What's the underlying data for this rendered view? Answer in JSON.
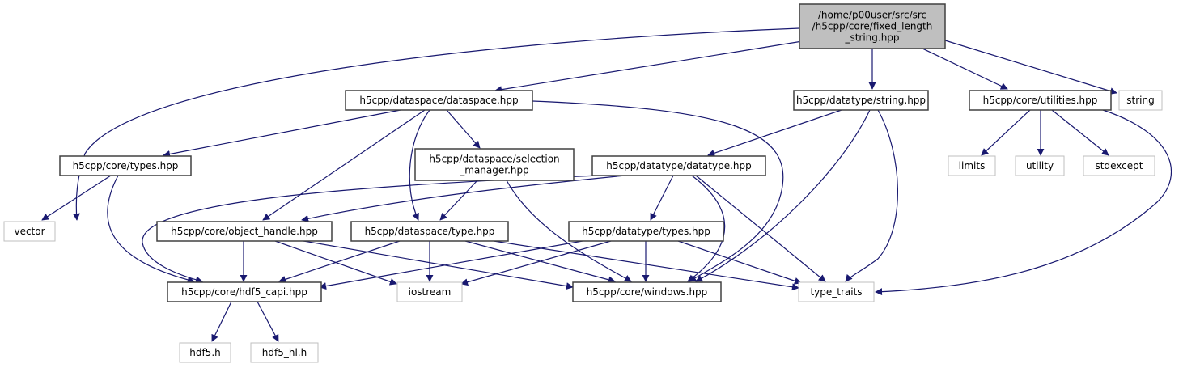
{
  "diagram": {
    "type": "include-dependency-graph",
    "edge_color": "#191970",
    "nodes": [
      {
        "id": "root",
        "lines": [
          "/home/p00user/src/src",
          "/h5cpp/core/fixed_length",
          "_string.hpp"
        ],
        "kind": "root",
        "fill": "#bfbfbf",
        "stroke": "#404040"
      },
      {
        "id": "dataspace",
        "lines": [
          "h5cpp/dataspace/dataspace.hpp"
        ],
        "kind": "documented",
        "fill": "#ffffff",
        "stroke": "#404040"
      },
      {
        "id": "string_hpp",
        "lines": [
          "h5cpp/datatype/string.hpp"
        ],
        "kind": "documented",
        "fill": "#ffffff",
        "stroke": "#404040"
      },
      {
        "id": "utilities",
        "lines": [
          "h5cpp/core/utilities.hpp"
        ],
        "kind": "documented",
        "fill": "#ffffff",
        "stroke": "#404040"
      },
      {
        "id": "string",
        "lines": [
          "string"
        ],
        "kind": "system",
        "fill": "#ffffff",
        "stroke": "#bfbfbf"
      },
      {
        "id": "core_types",
        "lines": [
          "h5cpp/core/types.hpp"
        ],
        "kind": "documented",
        "fill": "#ffffff",
        "stroke": "#404040"
      },
      {
        "id": "selection",
        "lines": [
          "h5cpp/dataspace/selection",
          "_manager.hpp"
        ],
        "kind": "documented",
        "fill": "#ffffff",
        "stroke": "#404040"
      },
      {
        "id": "datatype",
        "lines": [
          "h5cpp/datatype/datatype.hpp"
        ],
        "kind": "documented",
        "fill": "#ffffff",
        "stroke": "#404040"
      },
      {
        "id": "limits",
        "lines": [
          "limits"
        ],
        "kind": "system",
        "fill": "#ffffff",
        "stroke": "#bfbfbf"
      },
      {
        "id": "utility",
        "lines": [
          "utility"
        ],
        "kind": "system",
        "fill": "#ffffff",
        "stroke": "#bfbfbf"
      },
      {
        "id": "stdexcept",
        "lines": [
          "stdexcept"
        ],
        "kind": "system",
        "fill": "#ffffff",
        "stroke": "#bfbfbf"
      },
      {
        "id": "vector",
        "lines": [
          "vector"
        ],
        "kind": "system",
        "fill": "#ffffff",
        "stroke": "#bfbfbf"
      },
      {
        "id": "object_handle",
        "lines": [
          "h5cpp/core/object_handle.hpp"
        ],
        "kind": "documented",
        "fill": "#ffffff",
        "stroke": "#404040"
      },
      {
        "id": "ds_type",
        "lines": [
          "h5cpp/dataspace/type.hpp"
        ],
        "kind": "documented",
        "fill": "#ffffff",
        "stroke": "#404040"
      },
      {
        "id": "dt_types",
        "lines": [
          "h5cpp/datatype/types.hpp"
        ],
        "kind": "documented",
        "fill": "#ffffff",
        "stroke": "#404040"
      },
      {
        "id": "hdf5_capi",
        "lines": [
          "h5cpp/core/hdf5_capi.hpp"
        ],
        "kind": "documented",
        "fill": "#ffffff",
        "stroke": "#404040"
      },
      {
        "id": "iostream",
        "lines": [
          "iostream"
        ],
        "kind": "system",
        "fill": "#ffffff",
        "stroke": "#bfbfbf"
      },
      {
        "id": "windows",
        "lines": [
          "h5cpp/core/windows.hpp"
        ],
        "kind": "documented",
        "fill": "#ffffff",
        "stroke": "#404040"
      },
      {
        "id": "type_traits",
        "lines": [
          "type_traits"
        ],
        "kind": "system",
        "fill": "#ffffff",
        "stroke": "#bfbfbf"
      },
      {
        "id": "hdf5_h",
        "lines": [
          "hdf5.h"
        ],
        "kind": "system",
        "fill": "#ffffff",
        "stroke": "#bfbfbf"
      },
      {
        "id": "hdf5_hl_h",
        "lines": [
          "hdf5_hl.h"
        ],
        "kind": "system",
        "fill": "#ffffff",
        "stroke": "#bfbfbf"
      }
    ],
    "edges": [
      [
        "root",
        "vector"
      ],
      [
        "root",
        "dataspace"
      ],
      [
        "root",
        "string_hpp"
      ],
      [
        "root",
        "utilities"
      ],
      [
        "root",
        "string"
      ],
      [
        "dataspace",
        "core_types"
      ],
      [
        "dataspace",
        "object_handle"
      ],
      [
        "dataspace",
        "ds_type"
      ],
      [
        "dataspace",
        "selection"
      ],
      [
        "dataspace",
        "windows"
      ],
      [
        "string_hpp",
        "datatype"
      ],
      [
        "string_hpp",
        "windows"
      ],
      [
        "string_hpp",
        "type_traits"
      ],
      [
        "utilities",
        "limits"
      ],
      [
        "utilities",
        "utility"
      ],
      [
        "utilities",
        "stdexcept"
      ],
      [
        "utilities",
        "type_traits"
      ],
      [
        "core_types",
        "vector"
      ],
      [
        "core_types",
        "hdf5_capi"
      ],
      [
        "selection",
        "ds_type"
      ],
      [
        "selection",
        "windows"
      ],
      [
        "datatype",
        "object_handle"
      ],
      [
        "datatype",
        "hdf5_capi"
      ],
      [
        "datatype",
        "dt_types"
      ],
      [
        "datatype",
        "windows"
      ],
      [
        "datatype",
        "type_traits"
      ],
      [
        "object_handle",
        "hdf5_capi"
      ],
      [
        "object_handle",
        "iostream"
      ],
      [
        "object_handle",
        "windows"
      ],
      [
        "ds_type",
        "hdf5_capi"
      ],
      [
        "ds_type",
        "iostream"
      ],
      [
        "ds_type",
        "windows"
      ],
      [
        "ds_type",
        "type_traits"
      ],
      [
        "dt_types",
        "hdf5_capi"
      ],
      [
        "dt_types",
        "iostream"
      ],
      [
        "dt_types",
        "windows"
      ],
      [
        "dt_types",
        "type_traits"
      ],
      [
        "hdf5_capi",
        "hdf5_h"
      ],
      [
        "hdf5_capi",
        "hdf5_hl_h"
      ]
    ]
  }
}
